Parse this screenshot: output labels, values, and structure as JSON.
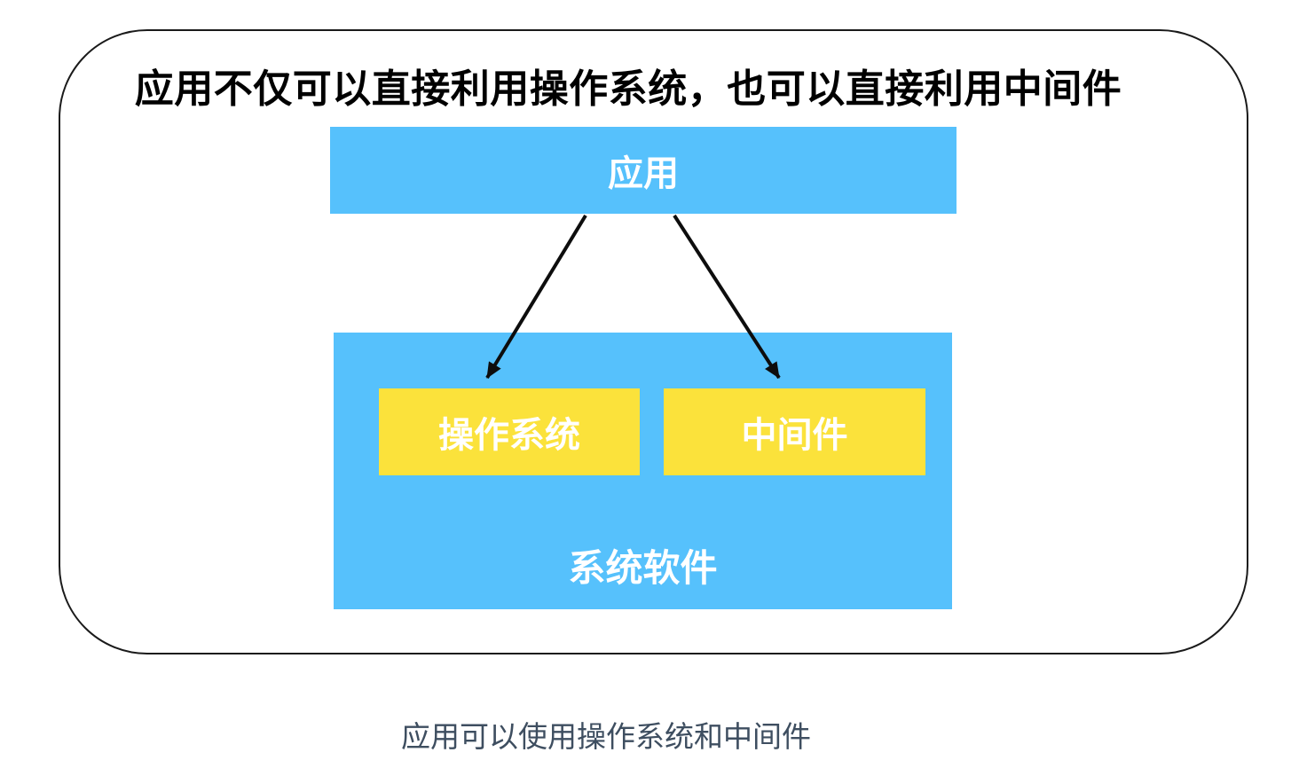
{
  "colors": {
    "box_blue": "#56C1FC",
    "box_yellow": "#FBE23B",
    "box_text": "#FFFFFF",
    "title_text": "#000000",
    "caption_text": "#3E4E60",
    "frame_border": "#1A1A1A",
    "arrow": "#0D0D0D"
  },
  "diagram": {
    "title": "应用不仅可以直接利用操作系统，也可以直接利用中间件",
    "caption": "应用可以使用操作系统和中间件",
    "nodes": {
      "app": {
        "label": "应用"
      },
      "system": {
        "label": "系统软件"
      },
      "os": {
        "label": "操作系统"
      },
      "middleware": {
        "label": "中间件"
      }
    },
    "edges": [
      {
        "from": "app",
        "to": "os"
      },
      {
        "from": "app",
        "to": "middleware"
      }
    ]
  }
}
